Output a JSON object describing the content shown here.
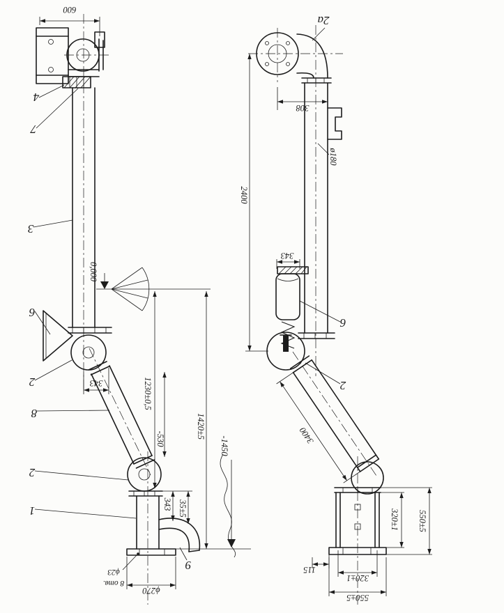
{
  "colors": {
    "ink": "#1c1c1c",
    "paper": "#fcfcfa"
  },
  "labels": {
    "n1": "1",
    "n2": "2",
    "n3": "3",
    "n4": "4",
    "n6": "6",
    "n7": "7",
    "n8": "8",
    "n9": "9",
    "n2a": "2а"
  },
  "dims": {
    "w600": "600",
    "h2400": "2400",
    "w308": "308",
    "dia180": "ø180",
    "d343": "343",
    "lvl0": "0,000",
    "v1230": "1230±0,5",
    "v1420": "1420±5",
    "v530": "-530",
    "v1450": "-1450",
    "g35": "35±5",
    "hole23": "ϕ23",
    "holes8": "8 отв.",
    "dia270": "ϕ270",
    "b320": "320±1",
    "b550": "550±5",
    "b115": "115",
    "l3400": "3400"
  }
}
